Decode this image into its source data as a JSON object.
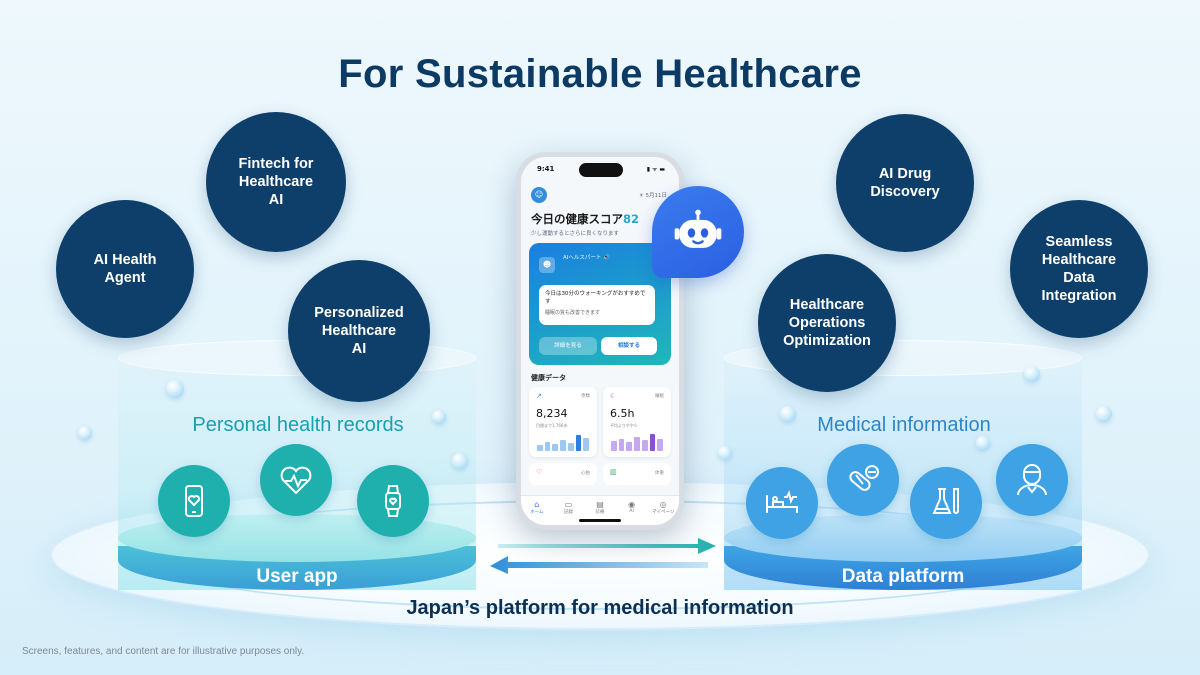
{
  "title": "For Sustainable Healthcare",
  "left_bubbles": [
    {
      "label": "AI Health\nAgent"
    },
    {
      "label": "Fintech for\nHealthcare\nAI"
    },
    {
      "label": "Personalized\nHealthcare\nAI"
    }
  ],
  "right_bubbles": [
    {
      "label": "AI Drug\nDiscovery"
    },
    {
      "label": "Seamless\nHealthcare\nData\nIntegration"
    },
    {
      "label": "Healthcare\nOperations\nOptimization"
    }
  ],
  "left_section": {
    "label": "Personal health records",
    "band": "User app",
    "icons": [
      "smartphone-heart-icon",
      "heart-pulse-icon",
      "smartwatch-icon"
    ]
  },
  "right_section": {
    "label": "Medical information",
    "band": "Data platform",
    "icons": [
      "hospital-bed-icon",
      "pill-icon",
      "lab-flask-icon",
      "doctor-icon"
    ]
  },
  "bottom_title": "Japan’s platform for medical information",
  "disclaimer": "Screens, features, and content are for illustrative purposes only.",
  "phone": {
    "time": "9:41",
    "status": "▮ ᯤ ▬",
    "date": "☀ 5月11日",
    "score_title": "今日の健康スコア",
    "score_value": "82",
    "score_sub": "少し運動するとさらに良くなります",
    "ai_label": "AIヘルスパート 🔊",
    "ai_message": "今日は30分のウォーキングがおすすめです",
    "ai_message_sub": "睡眠の質も改善できます",
    "btn_detail": "詳細を見る",
    "btn_consult": "相談する",
    "health_data_label": "健康データ",
    "steps": {
      "category": "歩数",
      "value": "8,234",
      "note": "目標まで1,766歩",
      "bars": [
        0.3,
        0.45,
        0.35,
        0.55,
        0.4,
        0.8,
        0.65
      ]
    },
    "sleep": {
      "category": "睡眠",
      "value": "6.5h",
      "note": "平均よりやや少",
      "bars": [
        0.5,
        0.6,
        0.45,
        0.7,
        0.55,
        0.85,
        0.6
      ]
    },
    "mini_left": "心拍",
    "mini_right": "体重",
    "tabs": [
      {
        "icon": "⌂",
        "label": "ホーム"
      },
      {
        "icon": "▭",
        "label": "記録"
      },
      {
        "icon": "▤",
        "label": "診療"
      },
      {
        "icon": "◉",
        "label": "AI"
      },
      {
        "icon": "◎",
        "label": "マイページ"
      }
    ]
  },
  "colors": {
    "navy": "#0e3f6a",
    "teal": "#1fb0ad",
    "blue": "#3ea2e4",
    "title": "#0c3a63"
  }
}
